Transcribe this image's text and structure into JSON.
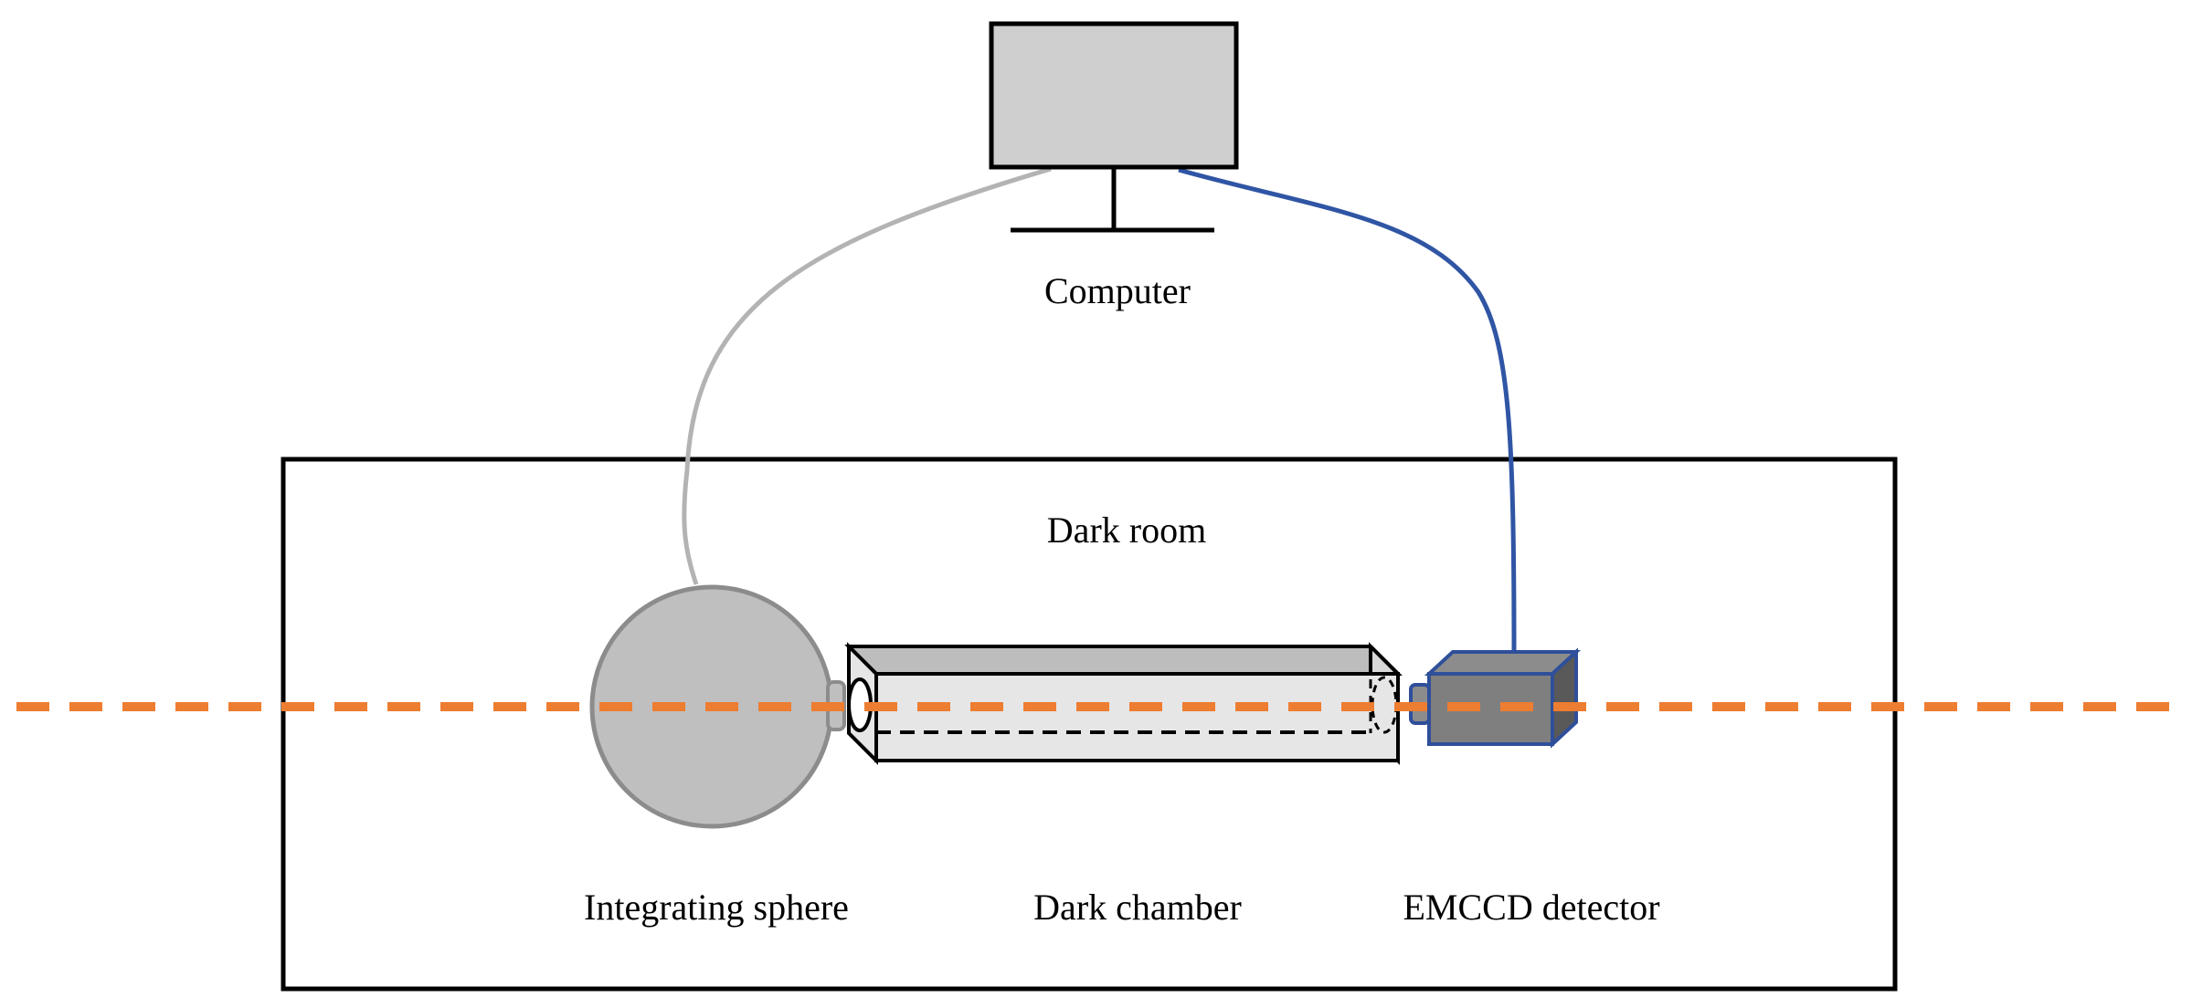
{
  "labels": {
    "computer": "Computer",
    "dark_room": "Dark room",
    "integrating_sphere": "Integrating sphere",
    "dark_chamber": "Dark chamber",
    "emccd_detector": "EMCCD detector"
  },
  "colors": {
    "background": "#ffffff",
    "outline": "#000000",
    "monitor_fill": "#d0cfd0",
    "sphere_fill": "#bfbfbf",
    "sphere_stroke": "#8c8c8c",
    "chamber_front_fill": "#e6e6e6",
    "chamber_top_fill": "#bdbdbd",
    "detector_front_fill": "#7f7f7f",
    "detector_side_fill": "#595959",
    "detector_stroke": "#2f4f9a",
    "sphere_cable": "#b3b3b3",
    "detector_cable": "#2f55a4",
    "optical_axis": "#ed7d31"
  }
}
